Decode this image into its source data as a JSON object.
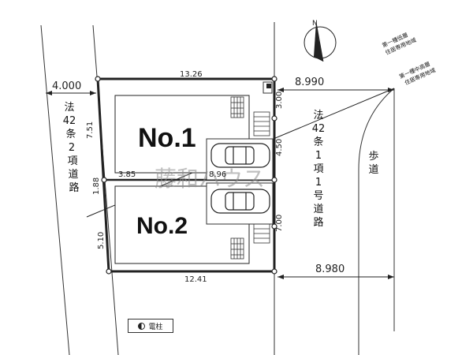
{
  "compass": {
    "north_label": "N"
  },
  "watermark": "藤和ハウス",
  "lots": [
    {
      "name": "No.1"
    },
    {
      "name": "No.2"
    }
  ],
  "dimensions": {
    "top": "13.26",
    "bottom": "12.41",
    "left_upper": "7.51",
    "left_mid": "1.88",
    "left_lower": "5.10",
    "right_top": "3.00",
    "right_mid": "4.50",
    "right_lower": "7.00",
    "inner_left": "3.85",
    "inner_right": "8.96",
    "road_left_width": "4.000",
    "road_right_width_top": "8.990",
    "road_right_width_bottom": "8.980"
  },
  "roads": {
    "left": [
      "法",
      "42",
      "条",
      "2",
      "項",
      "道",
      "路"
    ],
    "right": [
      "法",
      "42",
      "条",
      "1",
      "項",
      "1",
      "号",
      "道",
      "路"
    ],
    "sidewalk": [
      "歩",
      "道"
    ]
  },
  "zones": {
    "upper": [
      "第一種低層",
      "住居専用地域"
    ],
    "lower": [
      "第一種中高層",
      "住居専用地域"
    ]
  },
  "legend": {
    "label": "電柱"
  }
}
